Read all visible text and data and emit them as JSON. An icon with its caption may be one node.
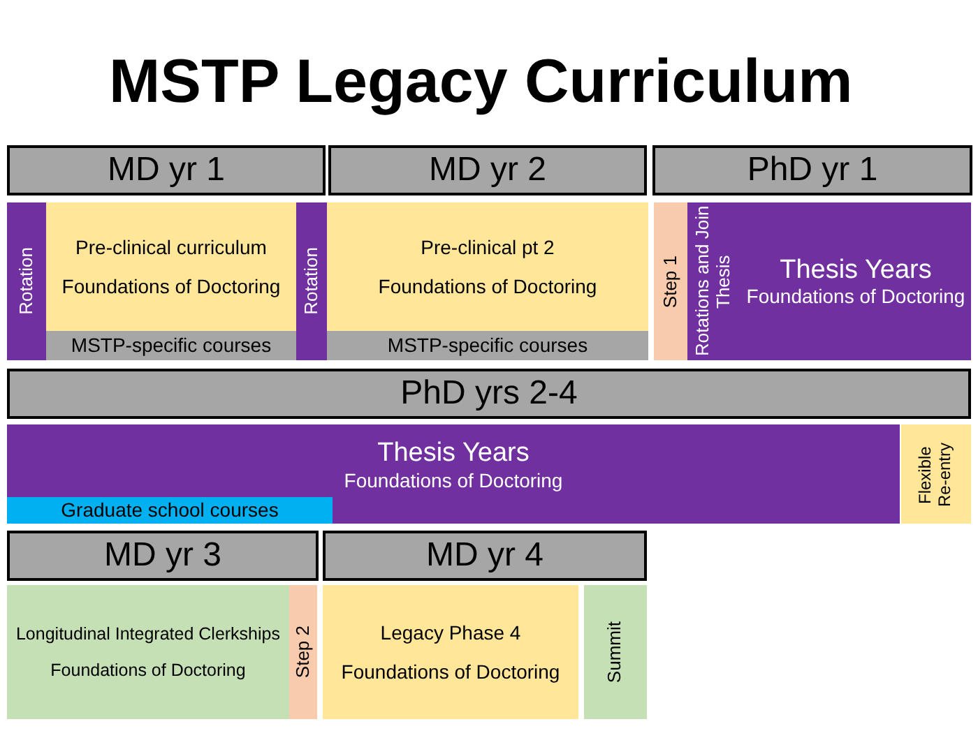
{
  "diagram": {
    "title": "MSTP Legacy Curriculum",
    "nodes": [
      {
        "text": [
          "MD yr 1"
        ]
      },
      {
        "text": [
          "MD yr 2"
        ]
      },
      {
        "text": [
          "PhD yr 1"
        ]
      },
      {
        "text": [
          "Rotation"
        ]
      },
      {
        "text": [
          "Pre-clinical curriculum",
          "Foundations of Doctoring"
        ]
      },
      {
        "text": [
          "MSTP-specific courses"
        ]
      },
      {
        "text": [
          "Rotation"
        ]
      },
      {
        "text": [
          "Pre-clinical pt 2",
          "Foundations of Doctoring"
        ]
      },
      {
        "text": [
          "MSTP-specific courses"
        ]
      },
      {
        "text": [
          "Step 1"
        ]
      },
      {
        "text": [
          "Rotations and Join Thesis"
        ]
      },
      {
        "text": [
          "Thesis Years",
          "Foundations of Doctoring"
        ]
      },
      {
        "text": [
          "PhD yrs 2-4"
        ]
      },
      {
        "text": [
          "Thesis Years",
          "Foundations of Doctoring"
        ]
      },
      {
        "text": [
          "Graduate school courses"
        ],
        "in": 13
      },
      {
        "text": [
          "Flexible Re-entry"
        ]
      },
      {
        "text": [
          "MD yr 3"
        ]
      },
      {
        "text": [
          "MD yr 4"
        ]
      },
      {
        "text": [
          "Longitudinal Integrated Clerkships",
          "Foundations of Doctoring"
        ]
      },
      {
        "text": [
          "Step 2"
        ]
      },
      {
        "text": [
          "Legacy Phase 4",
          "Foundations of Doctoring"
        ]
      },
      {
        "text": [
          "Summit"
        ]
      }
    ]
  }
}
